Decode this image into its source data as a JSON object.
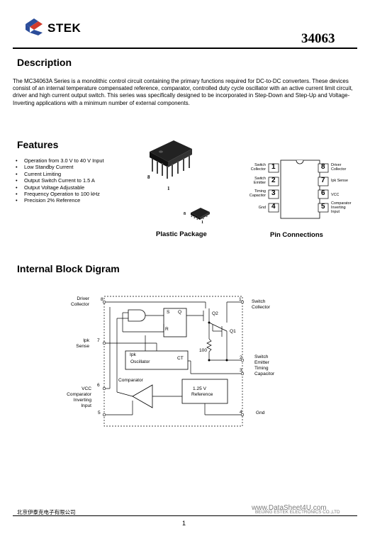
{
  "header": {
    "brand": "STEK",
    "part_number": "34063"
  },
  "description": {
    "heading": "Description",
    "text": "The MC34063A Series is a monolithic control circuit containing the primary functions required for DC-to-DC converters. These devices consist of an internal temperature compensated reference, comparator, controlled duty cycle oscillator with an active current limit circuit, driver and high current output switch. This series was specifically designed to be incorporated in Step-Down and Step-Up and Voltage-Inverting applications with a minimum number of external components."
  },
  "features": {
    "heading": "Features",
    "items": [
      "Operation from 3.0 V to 40 V Input",
      "Low Standby Current",
      "Current Limiting",
      "Output Switch Current to 1.5 A",
      "Output Voltage Adjustable",
      "Frequency Operation to 100 kHz",
      "Precision 2% Reference"
    ]
  },
  "package": {
    "caption": "Plastic Package",
    "dip_pin8": "8",
    "dip_pin1": "1",
    "soic_pin8": "8",
    "soic_pin1": "1"
  },
  "pins": {
    "caption": "Pin Connections",
    "left": [
      {
        "num": "1",
        "label1": "Switch",
        "label2": "Collector"
      },
      {
        "num": "2",
        "label1": "Switch",
        "label2": "Emitter"
      },
      {
        "num": "3",
        "label1": "Timing",
        "label2": "Capacitor"
      },
      {
        "num": "4",
        "label1": "Gnd",
        "label2": ""
      }
    ],
    "right": [
      {
        "num": "8",
        "label1": "Driver",
        "label2": "Collector",
        "label3": ""
      },
      {
        "num": "7",
        "label1": "Ipk Sense",
        "label2": "",
        "label3": ""
      },
      {
        "num": "6",
        "label1": "VCC",
        "label2": "",
        "label3": ""
      },
      {
        "num": "5",
        "label1": "Comparator",
        "label2": "Inverting",
        "label3": "Input"
      }
    ]
  },
  "block_diagram": {
    "heading": "Internal Block Digram",
    "left_labels": {
      "driver": [
        "Driver",
        "Collector"
      ],
      "ipk": [
        "Ipk",
        "Sense"
      ],
      "vcc": [
        "VCC",
        "Comparator",
        "Inverting",
        "Input"
      ]
    },
    "right_labels": {
      "switch_collector": [
        "Switch",
        "Collector"
      ],
      "switch_emitter": [
        "Switch",
        "Emitter",
        "Timing",
        "Capacitor"
      ],
      "gnd": "Gnd"
    },
    "pin_numbers": [
      "8",
      "7",
      "6",
      "5",
      "1",
      "2",
      "3",
      "4"
    ],
    "ff_s": "S",
    "ff_q": "Q",
    "ff_r": "R",
    "q2": "Q2",
    "q1": "Q1",
    "resistor": "100",
    "osc_ipk": "Ipk",
    "osc_ct": "CT",
    "osc_label": "Oscillator",
    "comparator": "Comparator",
    "ref_v": "1.25 V",
    "ref_label": "Reference"
  },
  "footer": {
    "company_cn": "北京伊泰克电子有限公司",
    "company_en": "BEIJING ESTEK ELECTRONICS CO.,LTD",
    "watermark": "www.DataSheet4U.com",
    "page": "1"
  },
  "colors": {
    "logo_blue": "#2b4d9a",
    "logo_red": "#d03a2b"
  }
}
